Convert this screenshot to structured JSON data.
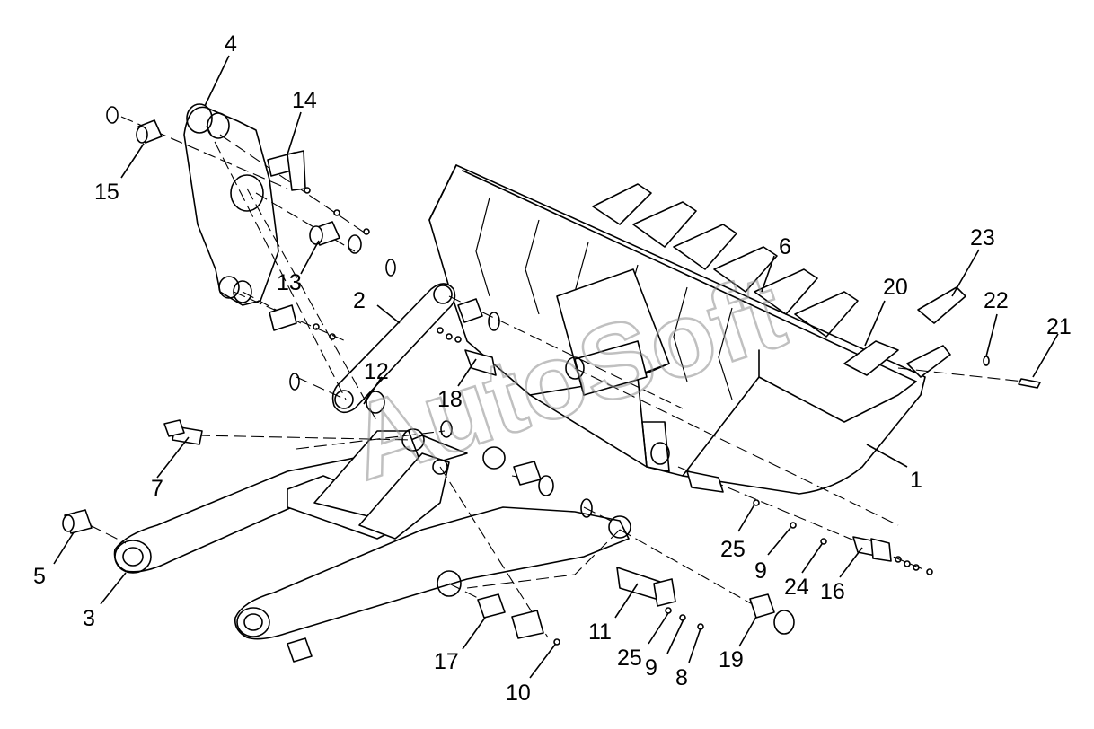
{
  "callouts": {
    "c1": "1",
    "c2": "2",
    "c3": "3",
    "c4": "4",
    "c5": "5",
    "c6": "6",
    "c7": "7",
    "c8": "8",
    "c9a": "9",
    "c9b": "9",
    "c10": "10",
    "c11": "11",
    "c12": "12",
    "c13": "13",
    "c14": "14",
    "c15": "15",
    "c16": "16",
    "c17": "17",
    "c18": "18",
    "c19": "19",
    "c20": "20",
    "c21": "21",
    "c22": "22",
    "c23": "23",
    "c24": "24",
    "c25a": "25",
    "c25b": "25"
  },
  "watermark": "AutoSoft",
  "colors": {
    "line": "#000000",
    "background": "#ffffff",
    "watermark": "#8d8d8d"
  }
}
